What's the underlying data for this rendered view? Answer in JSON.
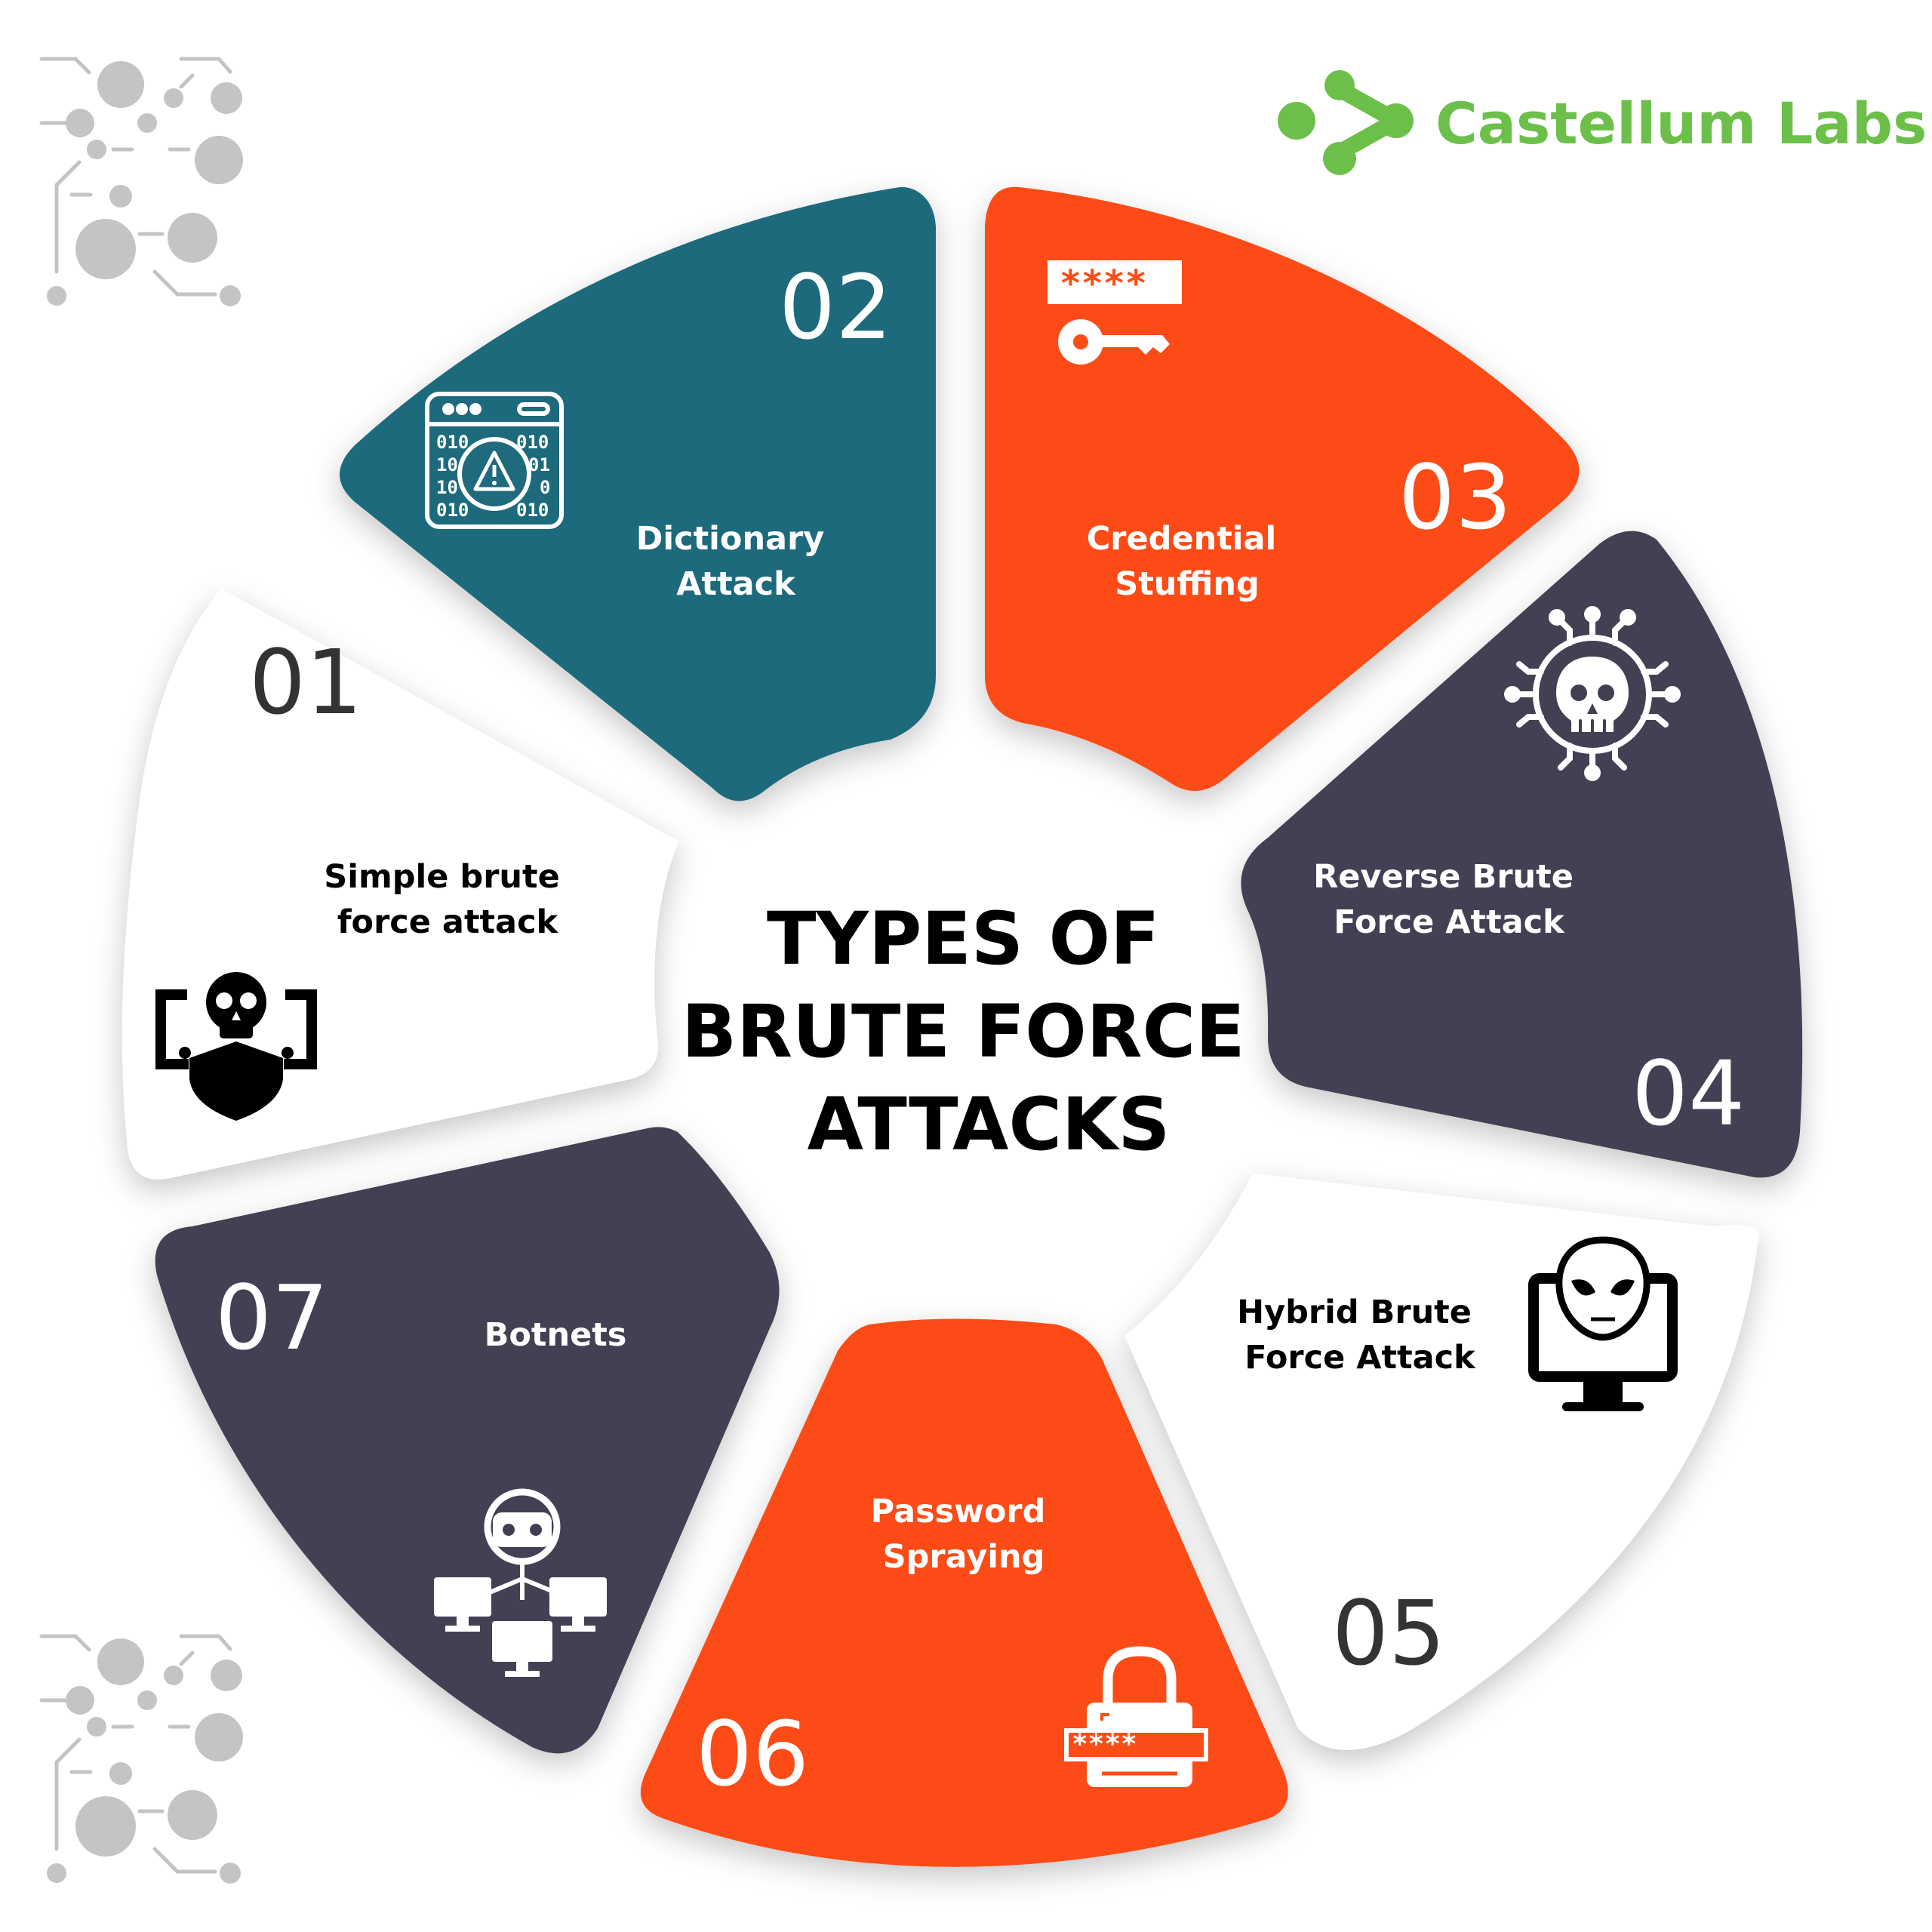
{
  "brand": {
    "name": "Castellum Labs",
    "color": "#6cc04a"
  },
  "title": {
    "lines": [
      "TYPES OF",
      "BRUTE FORCE",
      "ATTACKS"
    ]
  },
  "colors": {
    "teal": "#1f6a7c",
    "orange": "#fc4c17",
    "dark": "#423f52",
    "white": "#ffffff",
    "pattern": "#c4c4c4"
  },
  "segments": [
    {
      "number": "01",
      "label_lines": [
        "Simple brute",
        "force attack"
      ],
      "icon": "skull-shield-icon"
    },
    {
      "number": "02",
      "label_lines": [
        "Dictionary",
        "Attack"
      ],
      "icon": "binary-warning-window-icon"
    },
    {
      "number": "03",
      "label_lines": [
        "Credential",
        "Stuffing"
      ],
      "icon": "password-key-icon"
    },
    {
      "number": "04",
      "label_lines": [
        "Reverse Brute",
        "Force Attack"
      ],
      "icon": "skull-circuit-icon"
    },
    {
      "number": "05",
      "label_lines": [
        "Hybrid Brute",
        "Force Attack"
      ],
      "icon": "alien-monitor-icon"
    },
    {
      "number": "06",
      "label_lines": [
        "Password",
        "Spraying"
      ],
      "icon": "padlock-password-icon"
    },
    {
      "number": "07",
      "label_lines": [
        "Botnets"
      ],
      "icon": "robot-network-icon"
    }
  ]
}
